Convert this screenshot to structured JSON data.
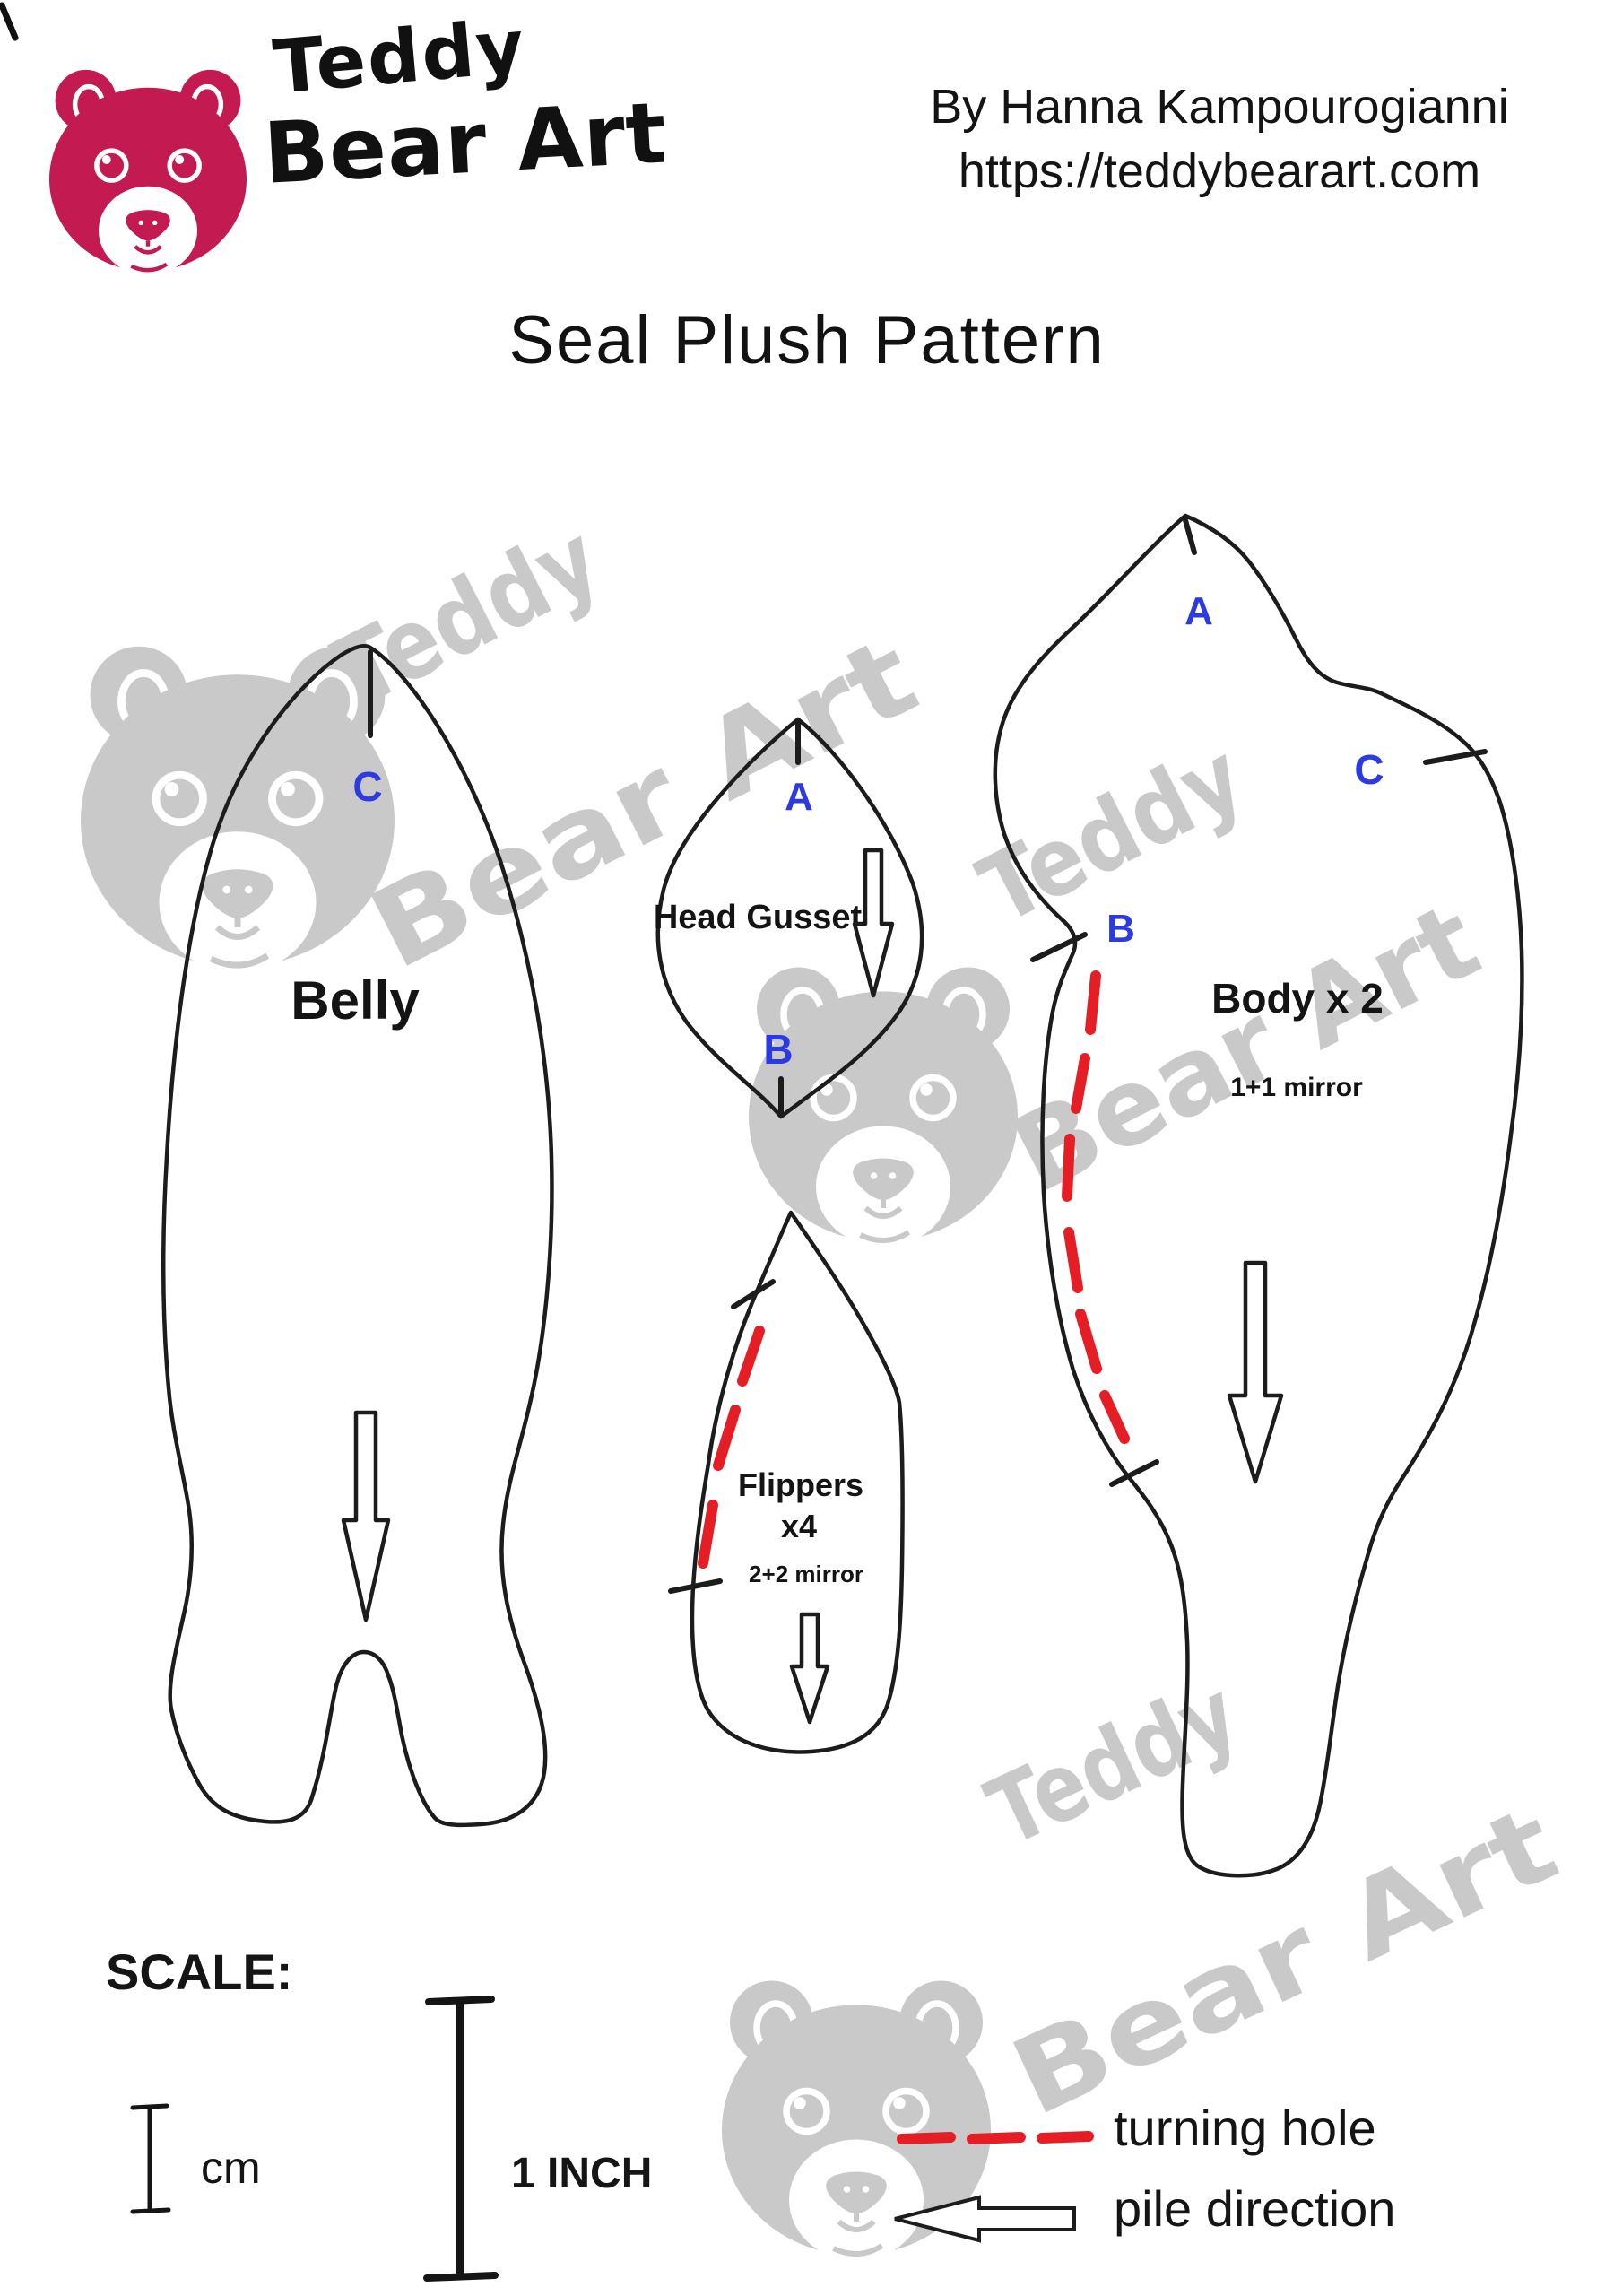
{
  "page": {
    "title": "Seal Plush Pattern"
  },
  "header": {
    "brand_word1": "Teddy",
    "brand_word2": "Bear Art",
    "author": "By Hanna Kampourogianni",
    "website": "https://teddybearart.com"
  },
  "watermark": {
    "line1": "Teddy",
    "line2": "Bear Art"
  },
  "pieces": {
    "belly": {
      "label": "Belly",
      "mark_c": "C"
    },
    "head_gusset": {
      "label": "Head Gusset",
      "mark_a": "A",
      "mark_b": "B"
    },
    "flippers": {
      "label": "Flippers",
      "quantity": "x4",
      "note": "2+2 mirror"
    },
    "body": {
      "label": "Body x 2",
      "note": "1+1 mirror",
      "mark_a": "A",
      "mark_b": "B",
      "mark_c": "C"
    }
  },
  "scale": {
    "heading": "SCALE:",
    "small_label": "cm",
    "large_label": "1 INCH"
  },
  "legend": {
    "turning_hole": "turning hole",
    "pile_direction": "pile direction"
  },
  "colors": {
    "brand_crimson": "#C31A52",
    "mark_blue": "#2B3BE0",
    "stitch_red": "#E51D25",
    "watermark_gray": "#C9C9C9",
    "ink_black": "#161616"
  }
}
